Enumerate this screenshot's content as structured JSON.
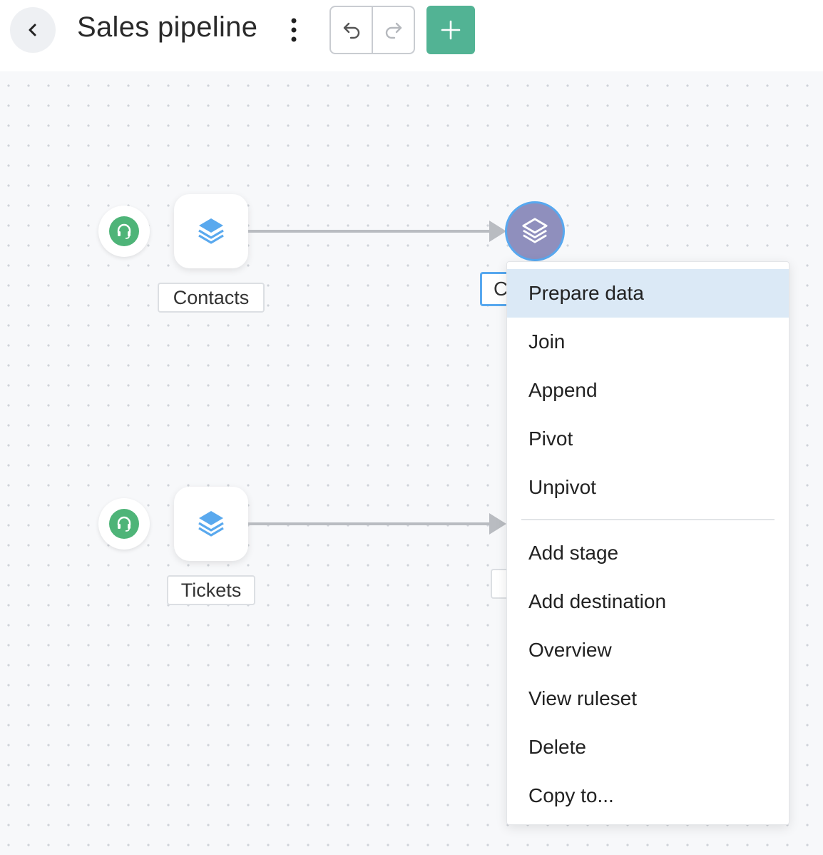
{
  "header": {
    "title": "Sales pipeline",
    "back_icon": "chevron-left-icon",
    "more_icon": "kebab-icon",
    "undo_icon": "undo-icon",
    "redo_icon": "redo-icon",
    "add_icon": "plus-icon",
    "accent_color": "#52b394"
  },
  "pipeline": {
    "nodes": [
      {
        "label": "Contacts",
        "source_icon": "headset-icon",
        "node_icon": "layers-icon"
      },
      {
        "label": "Tickets",
        "source_icon": "headset-icon",
        "node_icon": "layers-icon"
      }
    ],
    "stage": {
      "icon": "layers-icon",
      "label_visible": "C",
      "color": "#8f8fbd",
      "ring_color": "#58a8ef"
    }
  },
  "context_menu": {
    "group1": [
      "Prepare data",
      "Join",
      "Append",
      "Pivot",
      "Unpivot"
    ],
    "group2": [
      "Add stage",
      "Add destination",
      "Overview",
      "View ruleset",
      "Delete",
      "Copy to..."
    ],
    "highlighted": "Prepare data"
  }
}
